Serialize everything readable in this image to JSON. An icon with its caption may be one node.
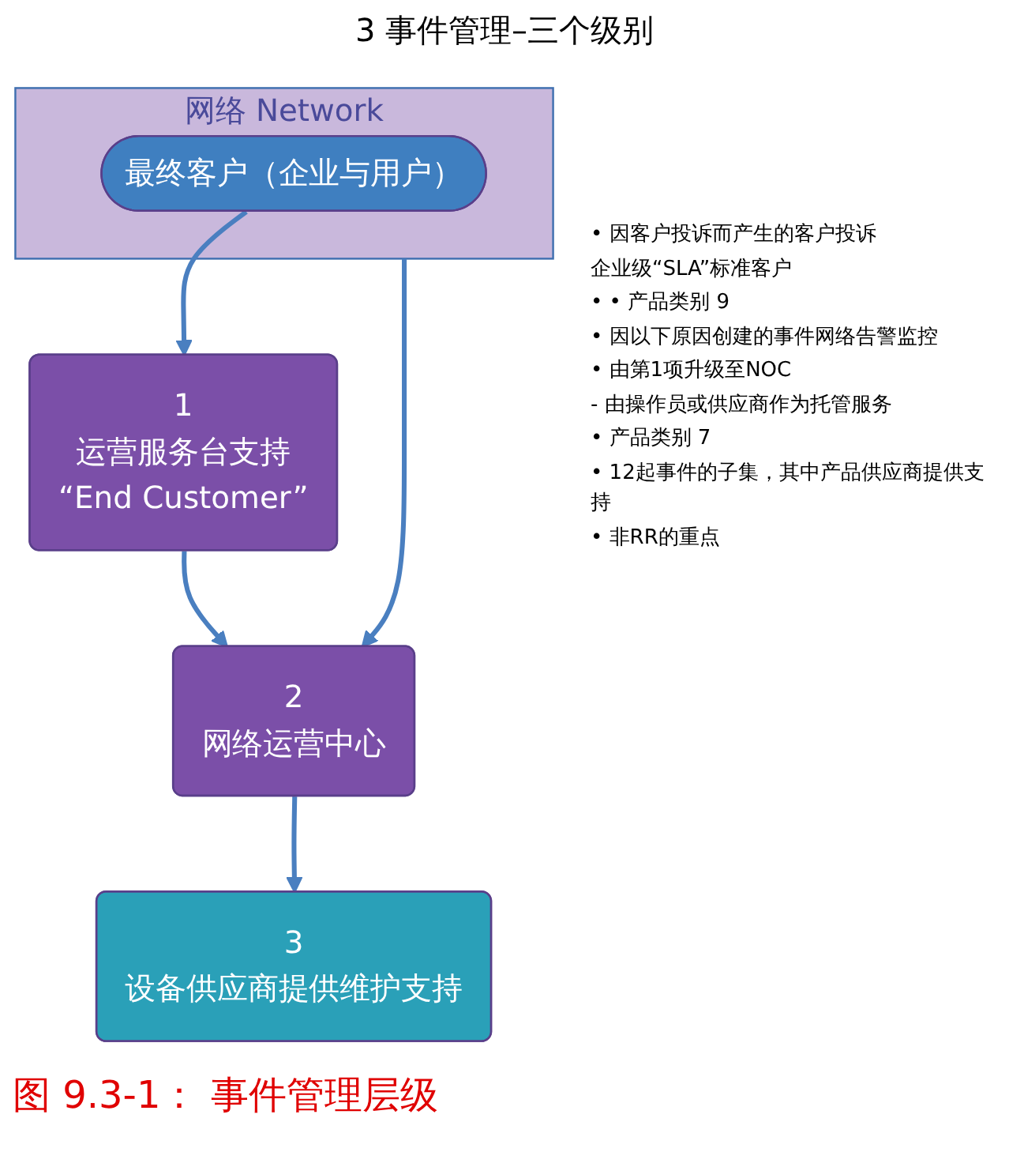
{
  "diagram": {
    "title": "3 事件管理–三个级别",
    "caption": "图 9.3-1： 事件管理层级",
    "nodes": [
      {
        "text": [
          "网络",
          "Network"
        ]
      },
      {
        "text": [
          "最终客户（企业与用户）"
        ],
        "in": 0
      },
      {
        "text": [
          "1",
          "运营服务台支持",
          "“End Customer”"
        ]
      },
      {
        "text": [
          "2",
          "网络运营中心"
        ]
      },
      {
        "text": [
          "3",
          "设备供应商提供维护支持"
        ]
      }
    ],
    "edges": [
      {
        "from": 0,
        "to": 3,
        "arrow": "to"
      },
      {
        "from": 1,
        "to": 2,
        "arrow": "to"
      },
      {
        "from": 2,
        "to": 3,
        "arrow": "to"
      },
      {
        "from": 3,
        "to": 4,
        "arrow": "to"
      }
    ],
    "labels": [
      "• 因客户投诉而产生的客户投诉",
      "企业级“SLA”标准客户",
      "• • 产品类别 9",
      "• 因以下原因创建的事件网络告警监控",
      "• 由第1项升级至NOC",
      "- 由操作员或供应商作为托管服务",
      "• 产品类别 7",
      "• 12起事件的子集，其中产品供应商提供支持",
      "• 非RR的重点"
    ]
  }
}
